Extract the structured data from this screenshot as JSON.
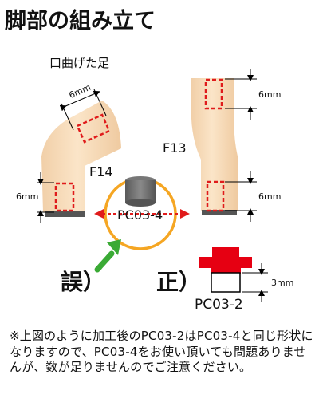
{
  "title": "脚部の組み立て",
  "subtitle": "口曲げた足",
  "parts": {
    "bent_leg": {
      "label": "F14",
      "top_dim": "6mm",
      "bottom_dim": "6mm"
    },
    "straight_leg": {
      "label": "F13",
      "top_dim": "6mm",
      "bottom_dim": "6mm"
    }
  },
  "connector": {
    "label": "PC03-4"
  },
  "wrong": {
    "label": "誤）"
  },
  "correct": {
    "label": "正）",
    "part": "PC03-2",
    "dim": "3mm"
  },
  "note": "※上図のように加工後のPC03-2はPC03-4と同じ形状になりますので、PC03-4をお使い頂いても問題ありませんが、数が足りませんのでご注意ください。",
  "colors": {
    "leg_fill": "#f9dfc0",
    "dash_red": "#e01b1b",
    "connector_gray": "#6b6b6b",
    "circle_orange": "#f5a623",
    "arrow_green": "#3aaa35",
    "red_cap": "#e60012"
  }
}
